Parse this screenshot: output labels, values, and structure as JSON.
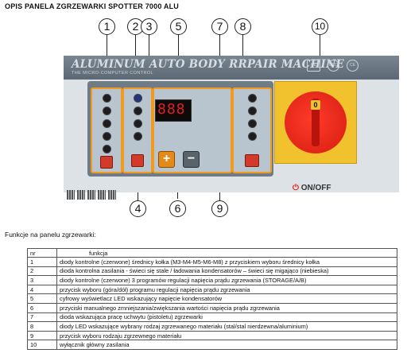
{
  "title": "OPIS PANELA ZGRZEWARKI SPOTTER 7000 ALU",
  "callouts": [
    "1",
    "2",
    "3",
    "5",
    "7",
    "8",
    "10",
    "4",
    "6",
    "9"
  ],
  "panel": {
    "banner_title": "ALUMINUM AUTO BODY RRPAIR MACHINE",
    "banner_subtitle": "THE MICRO-COMPUTER CONTROL",
    "cert_marks": [
      "CE",
      "CCC",
      "CE"
    ],
    "display_value": "888",
    "plus_label": "+",
    "minus_label": "−",
    "switch_position": "0",
    "onoff_label": "ON/OFF",
    "colors": {
      "panel_border": "#f29a1f",
      "switch_yellow": "#f2c22e",
      "switch_red": "#d51c10",
      "led_red": "#e02020"
    }
  },
  "caption": "Funkcje na panelu zgrzewarki:",
  "table": {
    "headers": [
      "nr",
      "funkcja"
    ],
    "rows": [
      [
        "1",
        "diody kontrolne (czerwone) średnicy kołka (M3-M4-M5-M6-M8) z przyciskiem wyboru średnicy kołka"
      ],
      [
        "2",
        "dioda kontrolna zasilania - świeci się stale / ładowania kondensatorów – świeci się migająco (niebieska)"
      ],
      [
        "3",
        "diody kontrolne (czerwone) 3 programów regulacji napięcia prądu zgrzewania (STORAGE/A/B)"
      ],
      [
        "4",
        "przycisk wyboru (góra/dół) programu regulacji  napięcia prądu zgrzewania"
      ],
      [
        "5",
        "cyfrowy wyświetlacz LED wskazujący napięcie kondensatorów"
      ],
      [
        "6",
        "przyciski manualnego zmniejszania/zwiększania wartości napięcia prądu zgrzewania"
      ],
      [
        "7",
        "dioda wskazująca pracę uchwytu (pistoletu) zgrzewarki"
      ],
      [
        "8",
        "diody LED wskazujące wybrany rodzaj zgrzewanego materiału (stal/stal nierdzewna/aluminium)"
      ],
      [
        "9",
        "przycisk wyboru rodzaju zgrzewnego materiału"
      ],
      [
        "10",
        "wyłącznik główny zasilania"
      ]
    ]
  }
}
